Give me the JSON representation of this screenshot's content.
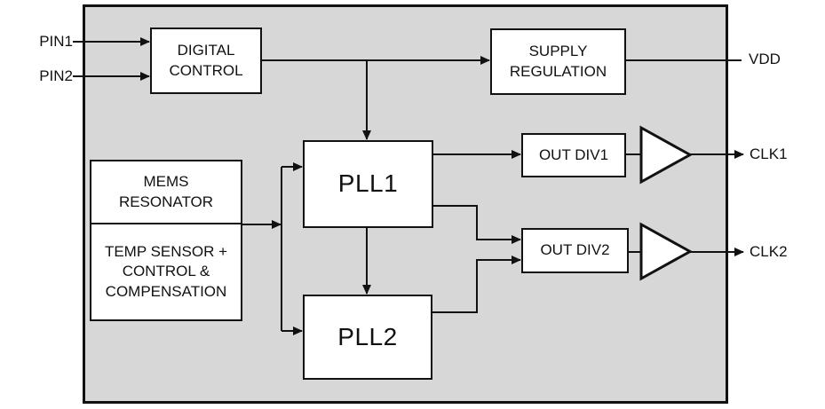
{
  "colors": {
    "chip_fill": "#d7d7d7",
    "block_fill": "#ffffff",
    "line": "#111111",
    "text": "#111111",
    "background": "#ffffff"
  },
  "chip": {
    "blocks": {
      "digital_control": "DIGITAL\nCONTROL",
      "supply_regulation": "SUPPLY\nREGULATION",
      "mems_resonator": "MEMS\nRESONATOR",
      "temp_sensor": "TEMP SENSOR +\nCONTROL &\nCOMPENSATION",
      "pll1": "PLL1",
      "pll2": "PLL2",
      "out_div1": "OUT DIV1",
      "out_div2": "OUT DIV2"
    },
    "pins": {
      "pin1": "PIN1",
      "pin2": "PIN2",
      "vdd": "VDD",
      "clk1": "CLK1",
      "clk2": "CLK2"
    },
    "icons": {
      "buffer1": "clock-buffer-triangle",
      "buffer2": "clock-buffer-triangle"
    }
  }
}
